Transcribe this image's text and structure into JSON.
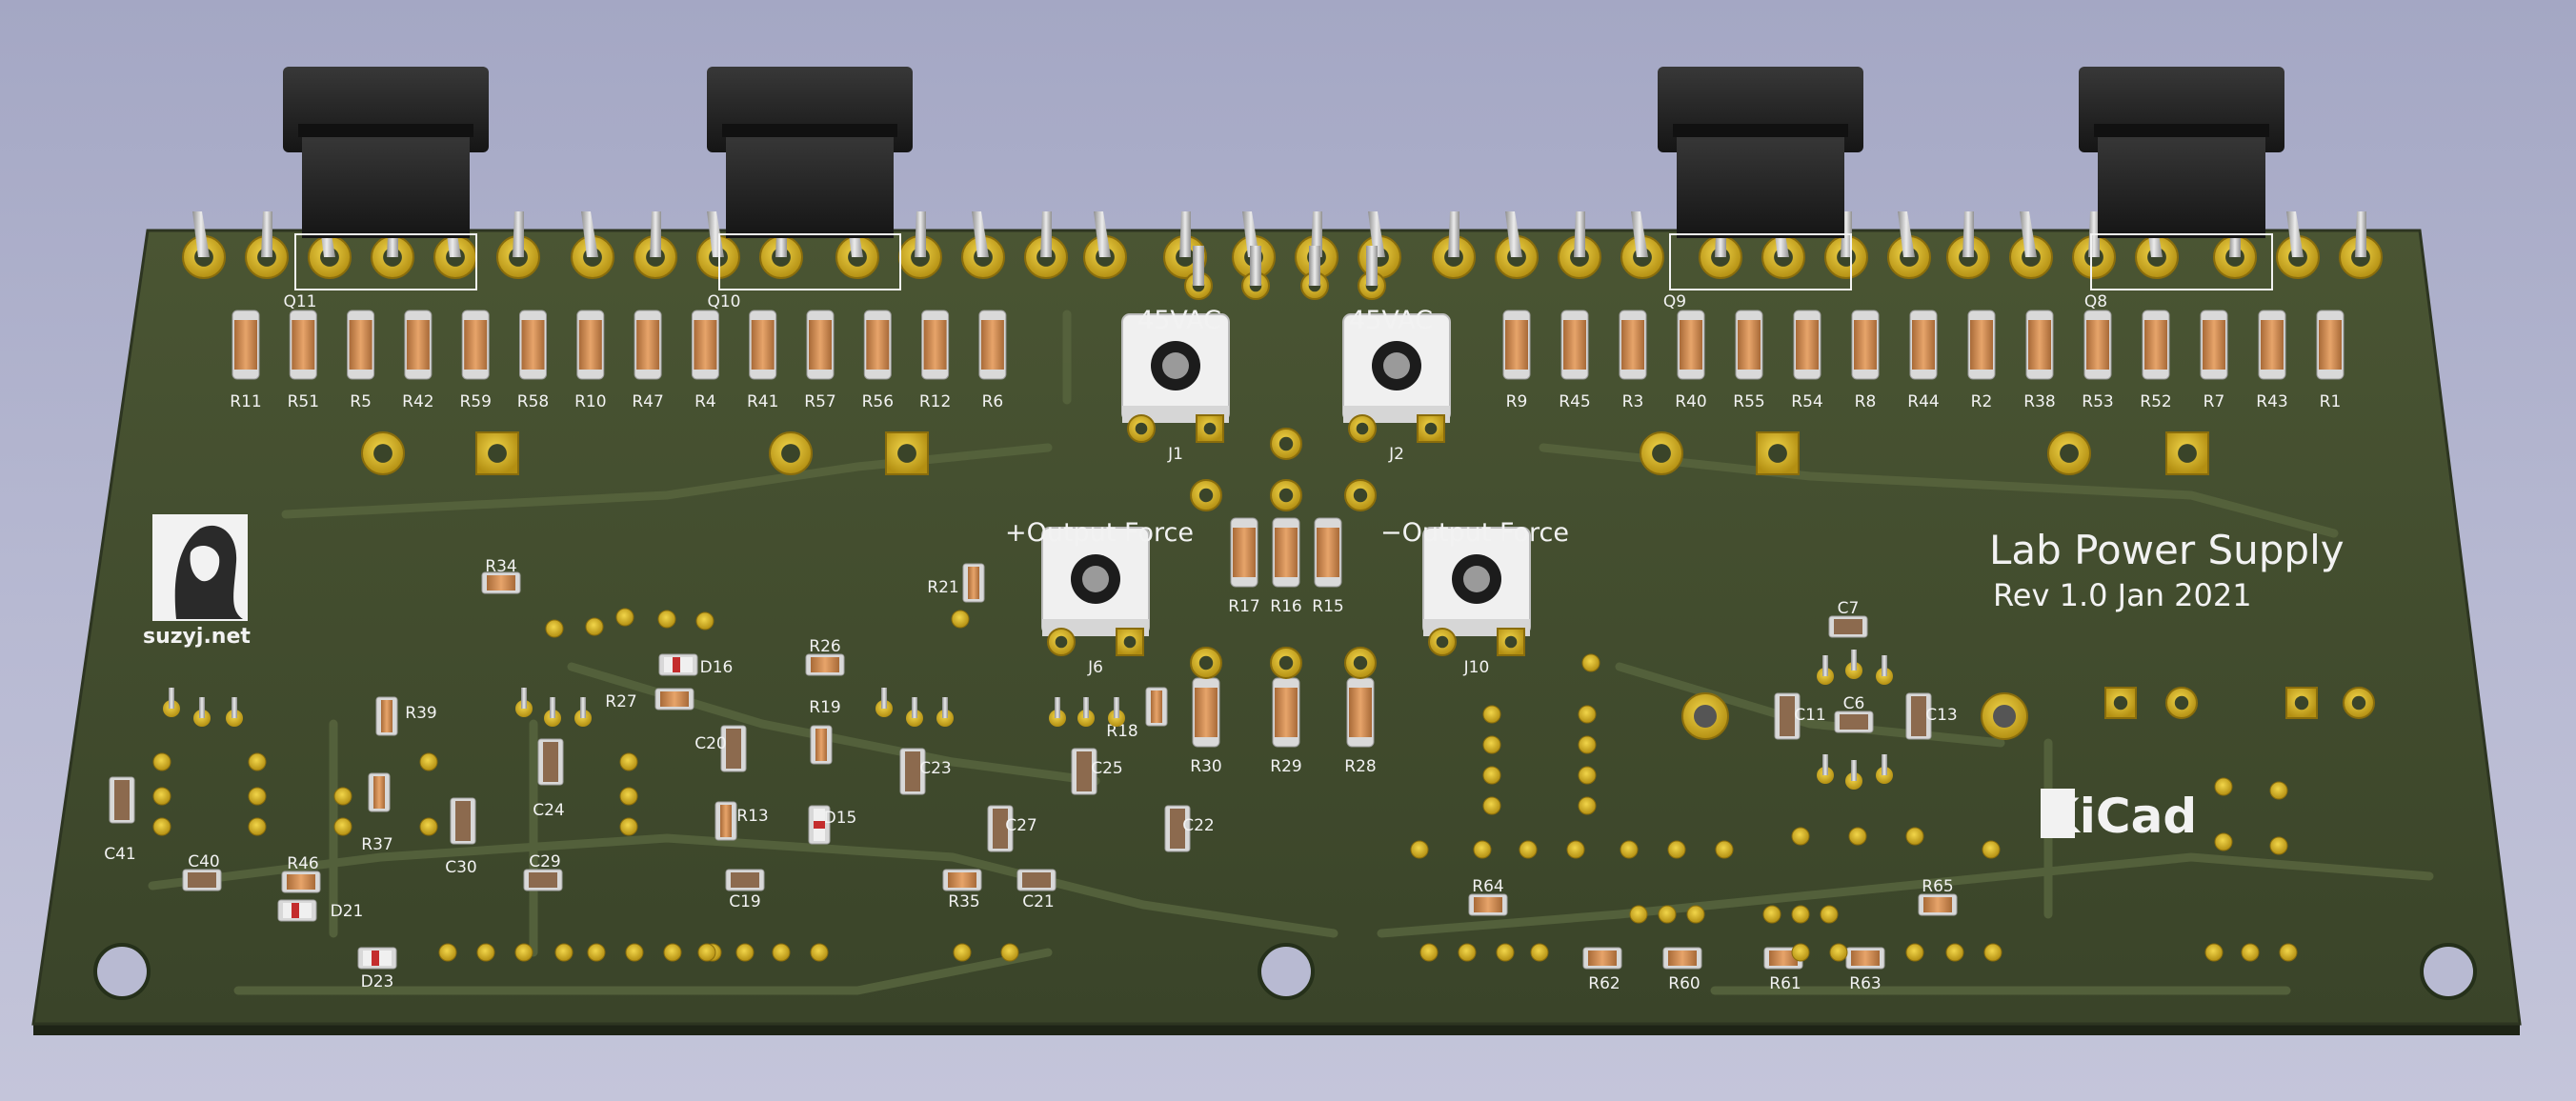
{
  "board": {
    "title": "Lab Power Supply",
    "revision": "Rev 1.0 Jan 2021",
    "logo_text": "suzyj.net",
    "kicad_logo": "KiCad",
    "colors": {
      "soldermask": "#3e4a2c",
      "silkscreen": "#f2f2f2",
      "pad_gold": "#c9a71a",
      "to247_body": "#222222",
      "terminal_white": "#eeeeee",
      "resistor_body": "#d08a4e",
      "capacitor_body": "#8c6a4e",
      "background": "#b4b6cf"
    }
  },
  "transistors": [
    "Q11",
    "Q10",
    "Q9",
    "Q8"
  ],
  "connectors": {
    "ac_in": [
      {
        "ref": "J1",
        "label": "45VAC"
      },
      {
        "ref": "J2",
        "label": "45VAC"
      }
    ],
    "outputs": [
      {
        "ref": "J6",
        "label": "+Output Force"
      },
      {
        "ref": "J10",
        "label": "−Output Force"
      }
    ]
  },
  "resistor_rows": {
    "left": [
      "R11",
      "R51",
      "R5",
      "R42",
      "R59",
      "R58",
      "R10",
      "R47",
      "R4",
      "R41",
      "R57",
      "R56",
      "R12",
      "R6"
    ],
    "right": [
      "R9",
      "R45",
      "R3",
      "R40",
      "R55",
      "R54",
      "R8",
      "R44",
      "R2",
      "R38",
      "R53",
      "R52",
      "R7",
      "R43",
      "R1"
    ]
  },
  "center_resistors": [
    "R17",
    "R16",
    "R15",
    "R30",
    "R29",
    "R28"
  ],
  "parts": [
    "R34",
    "R26",
    "R27",
    "R19",
    "R18",
    "R21",
    "R39",
    "R37",
    "R46",
    "R13",
    "R35",
    "R64",
    "R62",
    "R60",
    "R61",
    "R63",
    "R65",
    "D16",
    "D15",
    "D21",
    "D23",
    "C41",
    "C40",
    "C30",
    "C29",
    "C24",
    "C20",
    "C23",
    "C19",
    "C27",
    "C25",
    "C22",
    "C21",
    "C7",
    "C6",
    "C11",
    "C13"
  ]
}
